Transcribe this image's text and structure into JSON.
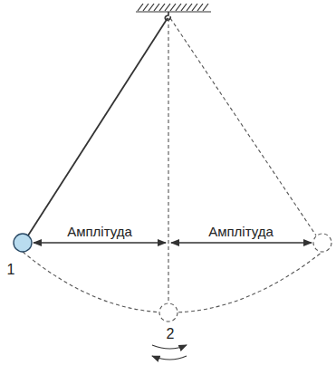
{
  "diagram": {
    "labels": [
      "Амплітуда",
      "Амплітуда",
      "1",
      "2"
    ]
  }
}
